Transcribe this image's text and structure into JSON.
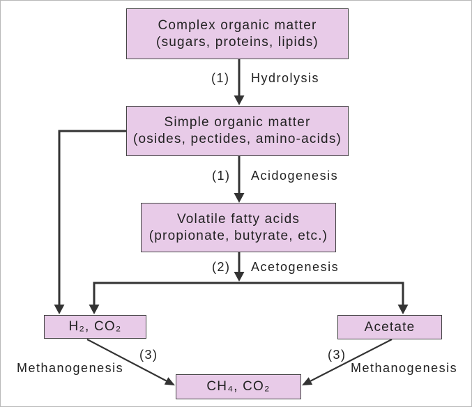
{
  "boxes": {
    "complex": {
      "line1": "Complex organic matter",
      "line2": "(sugars, proteins, lipids)"
    },
    "simple": {
      "line1": "Simple organic matter",
      "line2": "(osides, pectides, amino-acids)"
    },
    "vfa": {
      "line1": "Volatile fatty acids",
      "line2": "(propionate, butyrate, etc.)"
    },
    "h2co2": {
      "label": "H₂, CO₂"
    },
    "acetate": {
      "label": "Acetate"
    },
    "ch4co2": {
      "label": "CH₄, CO₂"
    }
  },
  "steps": {
    "hydrolysis": {
      "number": "(1)",
      "label": "Hydrolysis"
    },
    "acidogenesis": {
      "number": "(1)",
      "label": "Acidogenesis"
    },
    "acetogenesis": {
      "number": "(2)",
      "label": "Acetogenesis"
    },
    "methanogenesis_left": {
      "number": "(3)",
      "label": "Methanogenesis"
    },
    "methanogenesis_right": {
      "number": "(3)",
      "label": "Methanogenesis"
    }
  },
  "colors": {
    "box_fill": "#e8cbe8",
    "box_border": "#444444",
    "arrow": "#333333",
    "text": "#222222"
  }
}
